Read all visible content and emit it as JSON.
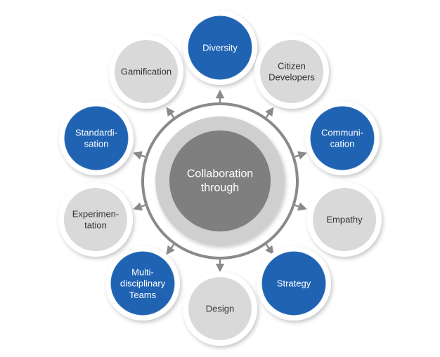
{
  "center": {
    "lines": [
      "Collaboration",
      "through"
    ]
  },
  "nodes": [
    {
      "id": "diversity",
      "lines": [
        "Diversity"
      ],
      "style": "blue"
    },
    {
      "id": "citizen-developers",
      "lines": [
        "Citizen",
        "Developers"
      ],
      "style": "gray"
    },
    {
      "id": "communication",
      "lines": [
        "Communi-",
        "cation"
      ],
      "style": "blue"
    },
    {
      "id": "empathy",
      "lines": [
        "Empathy"
      ],
      "style": "gray"
    },
    {
      "id": "strategy",
      "lines": [
        "Strategy"
      ],
      "style": "blue"
    },
    {
      "id": "design",
      "lines": [
        "Design"
      ],
      "style": "gray"
    },
    {
      "id": "multidisciplinary-teams",
      "lines": [
        "Multi-",
        "disciplinary",
        "Teams"
      ],
      "style": "blue"
    },
    {
      "id": "experimentation",
      "lines": [
        "Experimen-",
        "tation"
      ],
      "style": "gray"
    },
    {
      "id": "standardisation",
      "lines": [
        "Standardi-",
        "sation"
      ],
      "style": "blue"
    },
    {
      "id": "gamification",
      "lines": [
        "Gamification"
      ],
      "style": "gray"
    }
  ],
  "colors": {
    "blue_fill": "#1f63b2",
    "blue_stroke": "#2f6fb8",
    "gray_fill": "#d9d9d9",
    "ring": "#8a8a8a",
    "center_fill": "#7f7f7f",
    "center_halo": "#cfcfcf",
    "text_dark": "#333333",
    "text_light": "#ffffff"
  }
}
